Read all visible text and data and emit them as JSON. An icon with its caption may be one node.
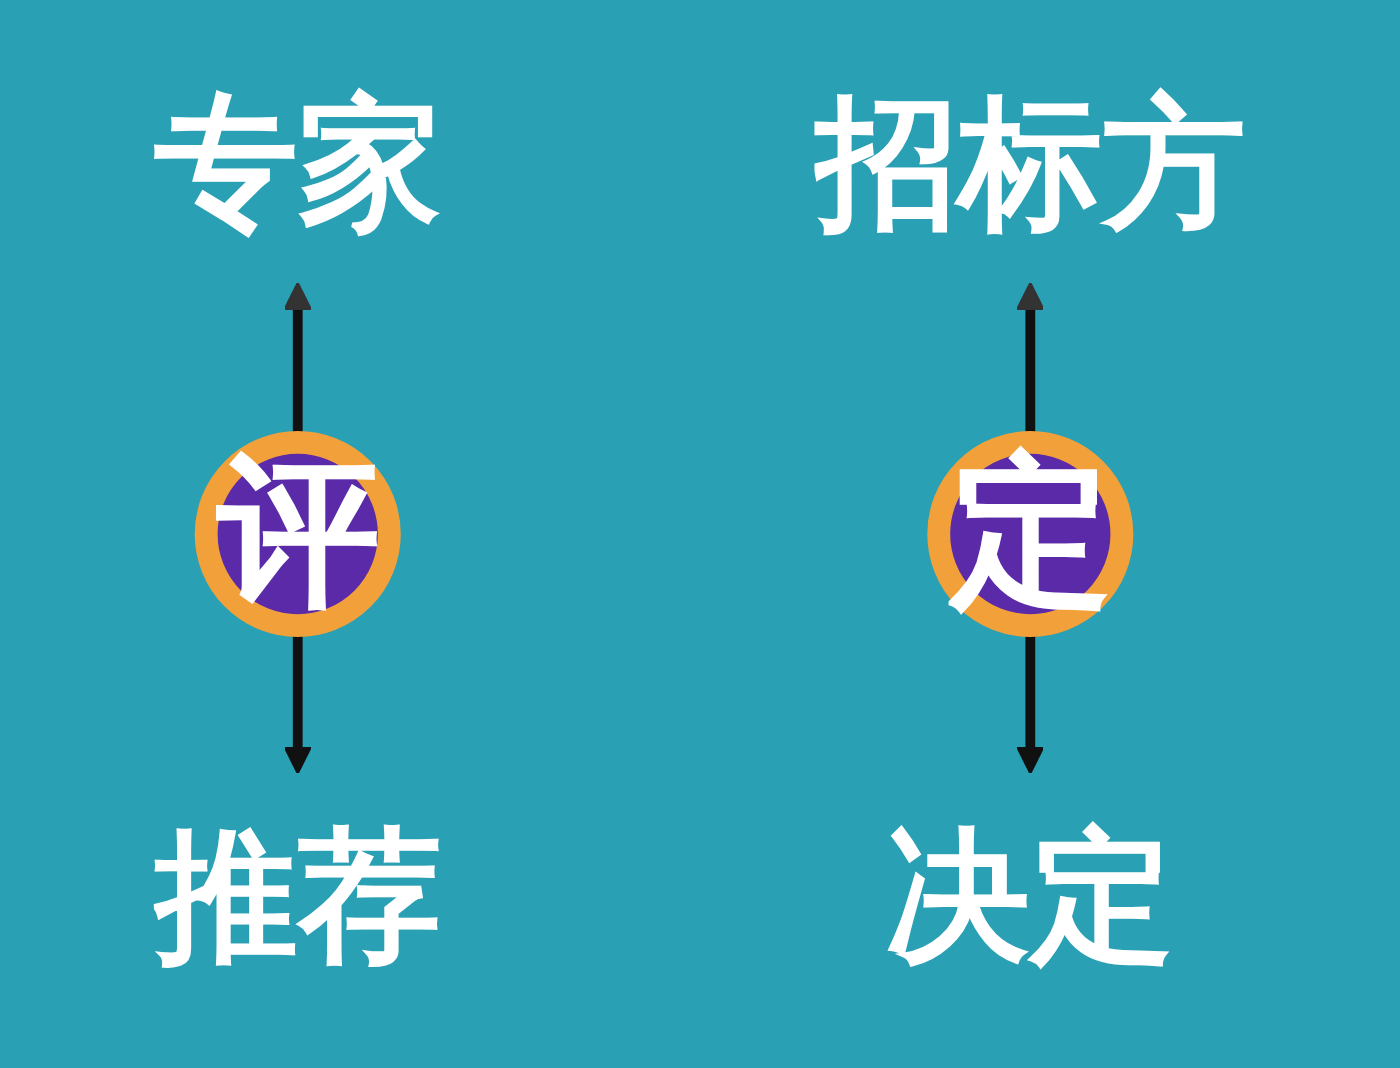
{
  "diagram": {
    "nodes": [
      {
        "text": [
          "专家"
        ]
      },
      {
        "text": [
          "招标方"
        ]
      },
      {
        "text": [
          "评"
        ]
      },
      {
        "text": [
          "定"
        ]
      },
      {
        "text": [
          "推荐"
        ]
      },
      {
        "text": [
          "决定"
        ]
      }
    ],
    "edges": [
      {
        "from": 2,
        "to": 0,
        "arrow": "to"
      },
      {
        "from": 2,
        "to": 4,
        "arrow": "to"
      },
      {
        "from": 3,
        "to": 1,
        "arrow": "to"
      },
      {
        "from": 3,
        "to": 5,
        "arrow": "to"
      }
    ]
  }
}
